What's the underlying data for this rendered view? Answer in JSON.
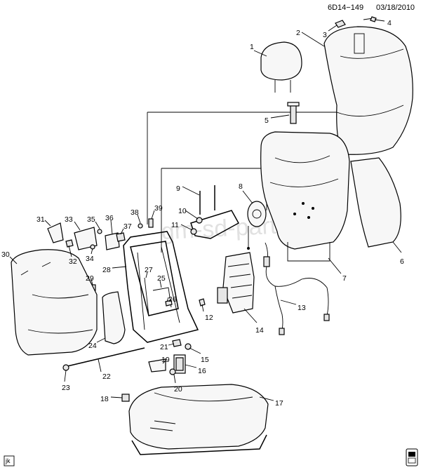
{
  "header": {
    "doc_id": "6D14−149",
    "date": "03/18/2010"
  },
  "footer": {
    "code": "jk"
  },
  "watermark": "gm-sd-parts.ru",
  "callouts": [
    {
      "n": "1"
    },
    {
      "n": "2"
    },
    {
      "n": "3"
    },
    {
      "n": "4"
    },
    {
      "n": "5"
    },
    {
      "n": "6"
    },
    {
      "n": "7"
    },
    {
      "n": "8"
    },
    {
      "n": "9"
    },
    {
      "n": "10"
    },
    {
      "n": "11"
    },
    {
      "n": "12"
    },
    {
      "n": "13"
    },
    {
      "n": "14"
    },
    {
      "n": "15"
    },
    {
      "n": "16"
    },
    {
      "n": "17"
    },
    {
      "n": "18"
    },
    {
      "n": "19"
    },
    {
      "n": "20"
    },
    {
      "n": "21"
    },
    {
      "n": "22"
    },
    {
      "n": "23"
    },
    {
      "n": "24"
    },
    {
      "n": "25"
    },
    {
      "n": "26"
    },
    {
      "n": "27"
    },
    {
      "n": "28"
    },
    {
      "n": "29"
    },
    {
      "n": "30"
    },
    {
      "n": "31"
    },
    {
      "n": "32"
    },
    {
      "n": "33"
    },
    {
      "n": "34"
    },
    {
      "n": "35"
    },
    {
      "n": "36"
    },
    {
      "n": "37"
    },
    {
      "n": "38"
    },
    {
      "n": "39"
    }
  ]
}
